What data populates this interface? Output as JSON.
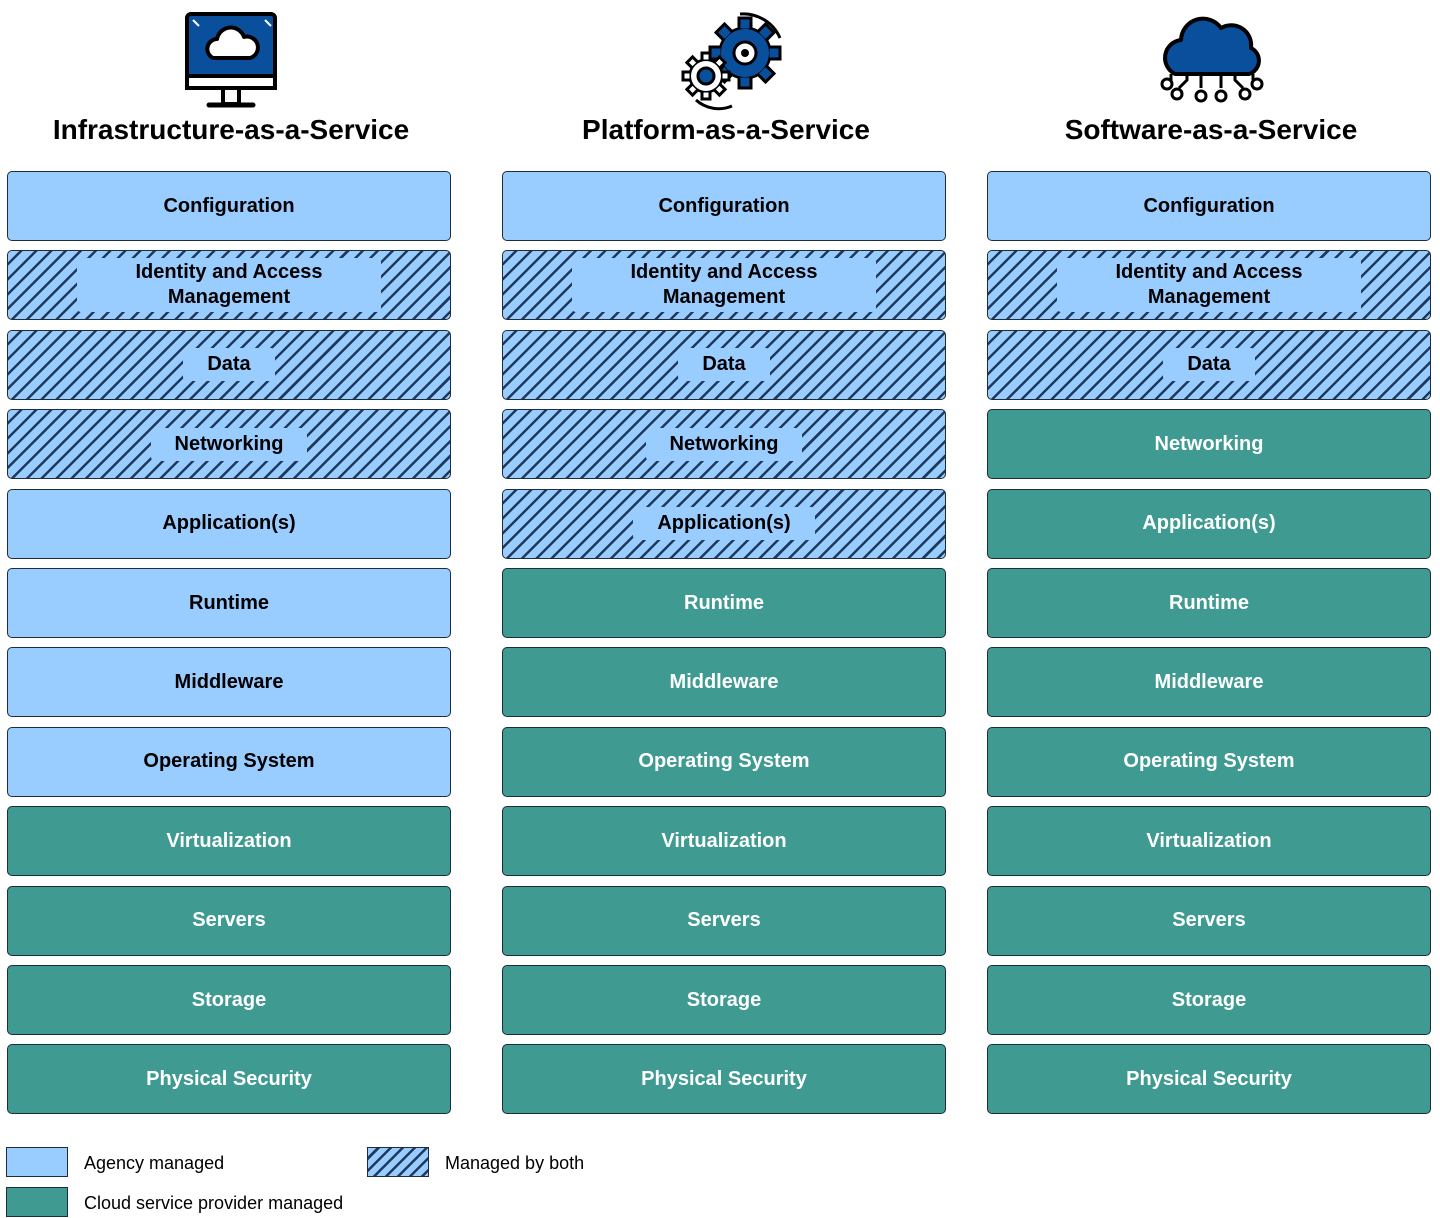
{
  "columns": [
    {
      "title": "Infrastructure-as-a-Service",
      "icon": "cloud-monitor-icon",
      "layers": [
        {
          "label": "Configuration",
          "managed": "agency"
        },
        {
          "label": "Identity and Access\nManagement",
          "managed": "both"
        },
        {
          "label": "Data",
          "managed": "both"
        },
        {
          "label": "Networking",
          "managed": "both"
        },
        {
          "label": "Application(s)",
          "managed": "agency"
        },
        {
          "label": "Runtime",
          "managed": "agency"
        },
        {
          "label": "Middleware",
          "managed": "agency"
        },
        {
          "label": "Operating System",
          "managed": "agency"
        },
        {
          "label": "Virtualization",
          "managed": "provider"
        },
        {
          "label": "Servers",
          "managed": "provider"
        },
        {
          "label": "Storage",
          "managed": "provider"
        },
        {
          "label": "Physical Security",
          "managed": "provider"
        }
      ]
    },
    {
      "title": "Platform-as-a-Service",
      "icon": "gears-icon",
      "layers": [
        {
          "label": "Configuration",
          "managed": "agency"
        },
        {
          "label": "Identity and Access\nManagement",
          "managed": "both"
        },
        {
          "label": "Data",
          "managed": "both"
        },
        {
          "label": "Networking",
          "managed": "both"
        },
        {
          "label": "Application(s)",
          "managed": "both"
        },
        {
          "label": "Runtime",
          "managed": "provider"
        },
        {
          "label": "Middleware",
          "managed": "provider"
        },
        {
          "label": "Operating System",
          "managed": "provider"
        },
        {
          "label": "Virtualization",
          "managed": "provider"
        },
        {
          "label": "Servers",
          "managed": "provider"
        },
        {
          "label": "Storage",
          "managed": "provider"
        },
        {
          "label": "Physical Security",
          "managed": "provider"
        }
      ]
    },
    {
      "title": "Software-as-a-Service",
      "icon": "cloud-network-icon",
      "layers": [
        {
          "label": "Configuration",
          "managed": "agency"
        },
        {
          "label": "Identity and Access\nManagement",
          "managed": "both"
        },
        {
          "label": "Data",
          "managed": "both"
        },
        {
          "label": "Networking",
          "managed": "provider"
        },
        {
          "label": "Application(s)",
          "managed": "provider"
        },
        {
          "label": "Runtime",
          "managed": "provider"
        },
        {
          "label": "Middleware",
          "managed": "provider"
        },
        {
          "label": "Operating System",
          "managed": "provider"
        },
        {
          "label": "Virtualization",
          "managed": "provider"
        },
        {
          "label": "Servers",
          "managed": "provider"
        },
        {
          "label": "Storage",
          "managed": "provider"
        },
        {
          "label": "Physical Security",
          "managed": "provider"
        }
      ]
    }
  ],
  "legend": {
    "agency": "Agency managed",
    "both": "Managed by both",
    "provider": "Cloud service provider managed"
  },
  "colors": {
    "agency": "#99ccff",
    "provider": "#3f9a91",
    "hatch": "#1f3a5c",
    "icon_blue": "#0a4f9c"
  }
}
